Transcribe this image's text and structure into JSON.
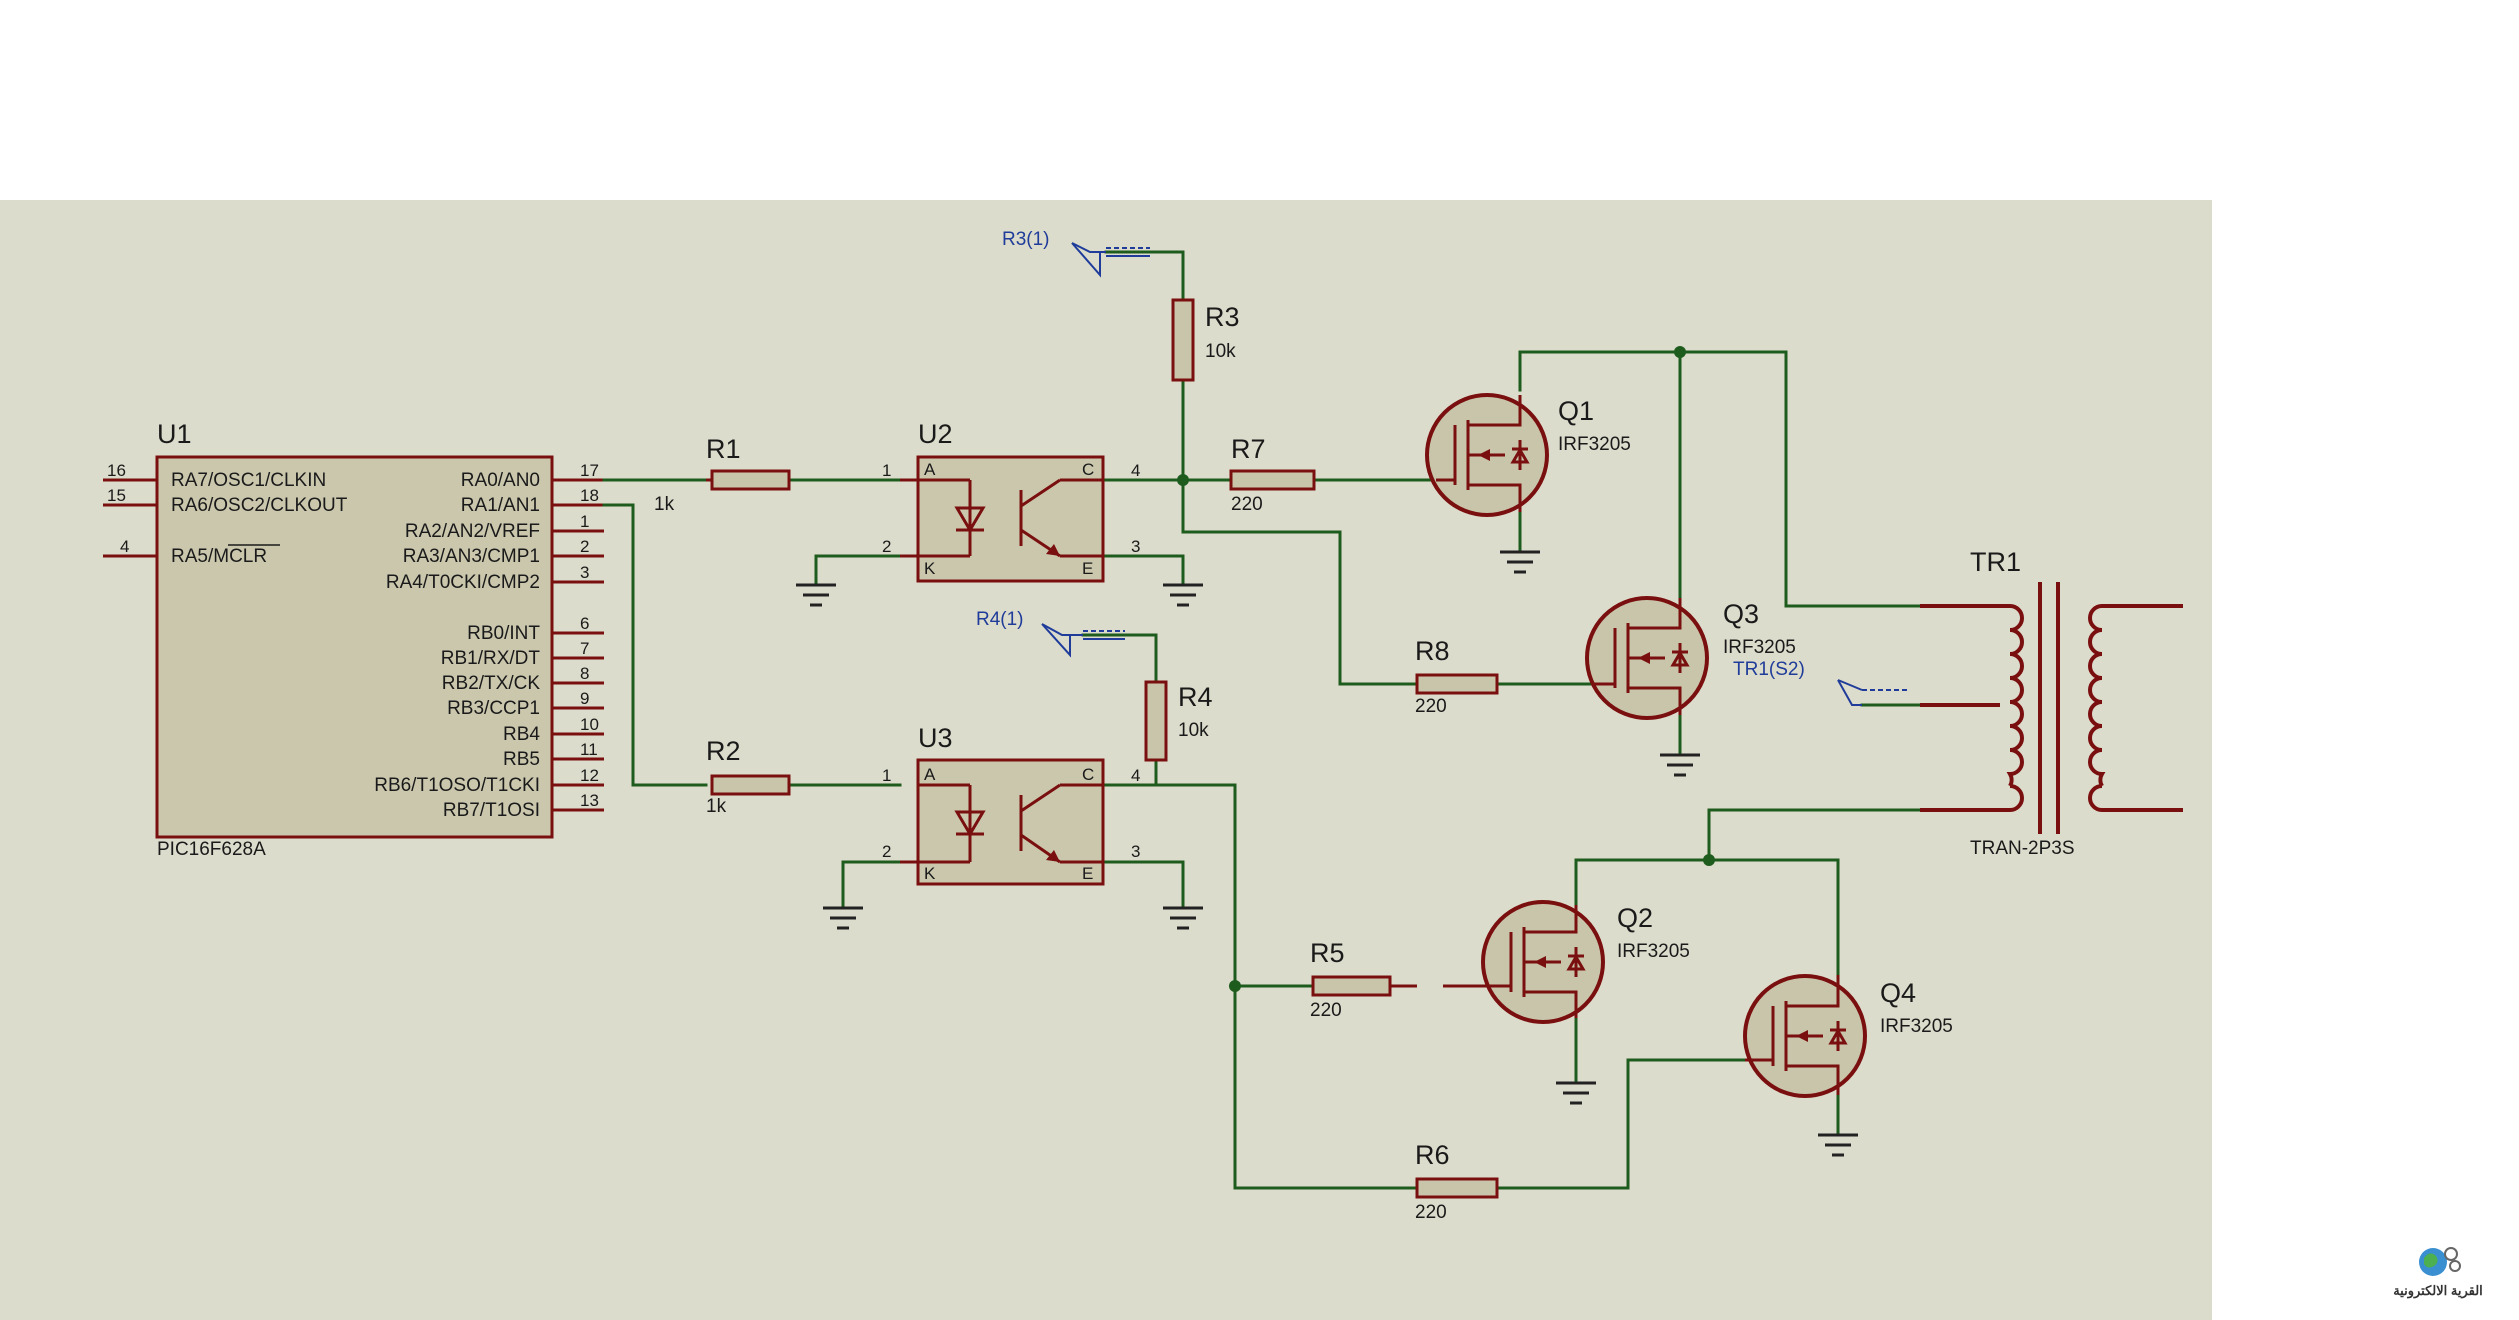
{
  "schematic": {
    "u1": {
      "ref": "U1",
      "part": "PIC16F628A",
      "left_pins": [
        {
          "num": "16",
          "name": "RA7/OSC1/CLKIN"
        },
        {
          "num": "15",
          "name": "RA6/OSC2/CLKOUT"
        },
        {
          "num": "4",
          "name": "RA5/MCLR"
        }
      ],
      "right_pins": [
        {
          "num": "17",
          "name": "RA0/AN0"
        },
        {
          "num": "18",
          "name": "RA1/AN1"
        },
        {
          "num": "1",
          "name": "RA2/AN2/VREF"
        },
        {
          "num": "2",
          "name": "RA3/AN3/CMP1"
        },
        {
          "num": "3",
          "name": "RA4/T0CKI/CMP2"
        },
        {
          "num": "6",
          "name": "RB0/INT"
        },
        {
          "num": "7",
          "name": "RB1/RX/DT"
        },
        {
          "num": "8",
          "name": "RB2/TX/CK"
        },
        {
          "num": "9",
          "name": "RB3/CCP1"
        },
        {
          "num": "10",
          "name": "RB4"
        },
        {
          "num": "11",
          "name": "RB5"
        },
        {
          "num": "12",
          "name": "RB6/T1OSO/T1CKI"
        },
        {
          "num": "13",
          "name": "RB7/T1OSI"
        }
      ]
    },
    "resistors": {
      "r1": {
        "ref": "R1",
        "value": "1k"
      },
      "r2": {
        "ref": "R2",
        "value": "1k"
      },
      "r3": {
        "ref": "R3",
        "value": "10k"
      },
      "r4": {
        "ref": "R4",
        "value": "10k"
      },
      "r5": {
        "ref": "R5",
        "value": "220"
      },
      "r6": {
        "ref": "R6",
        "value": "220"
      },
      "r7": {
        "ref": "R7",
        "value": "220"
      },
      "r8": {
        "ref": "R8",
        "value": "220"
      }
    },
    "optos": {
      "u2": {
        "ref": "U2",
        "pin_a": "A",
        "pin_k": "K",
        "pin_c": "C",
        "pin_e": "E",
        "n1": "1",
        "n2": "2",
        "n3": "3",
        "n4": "4"
      },
      "u3": {
        "ref": "U3",
        "pin_a": "A",
        "pin_k": "K",
        "pin_c": "C",
        "pin_e": "E",
        "n1": "1",
        "n2": "2",
        "n3": "3",
        "n4": "4"
      }
    },
    "mosfets": {
      "q1": {
        "ref": "Q1",
        "part": "IRF3205"
      },
      "q2": {
        "ref": "Q2",
        "part": "IRF3205"
      },
      "q3": {
        "ref": "Q3",
        "part": "IRF3205"
      },
      "q4": {
        "ref": "Q4",
        "part": "IRF3205"
      }
    },
    "transformer": {
      "ref": "TR1",
      "part": "TRAN-2P3S"
    },
    "terminals": {
      "r3_term": "R3(1)",
      "r4_term": "R4(1)",
      "tr1_term": "TR1(S2)"
    },
    "watermark": {
      "text": "القرية الالكترونية"
    },
    "colors": {
      "canvas": "#dcdccc",
      "wire": "#1e5c1e",
      "component": "#7a0f0f",
      "terminal": "#1f3c9a"
    }
  }
}
